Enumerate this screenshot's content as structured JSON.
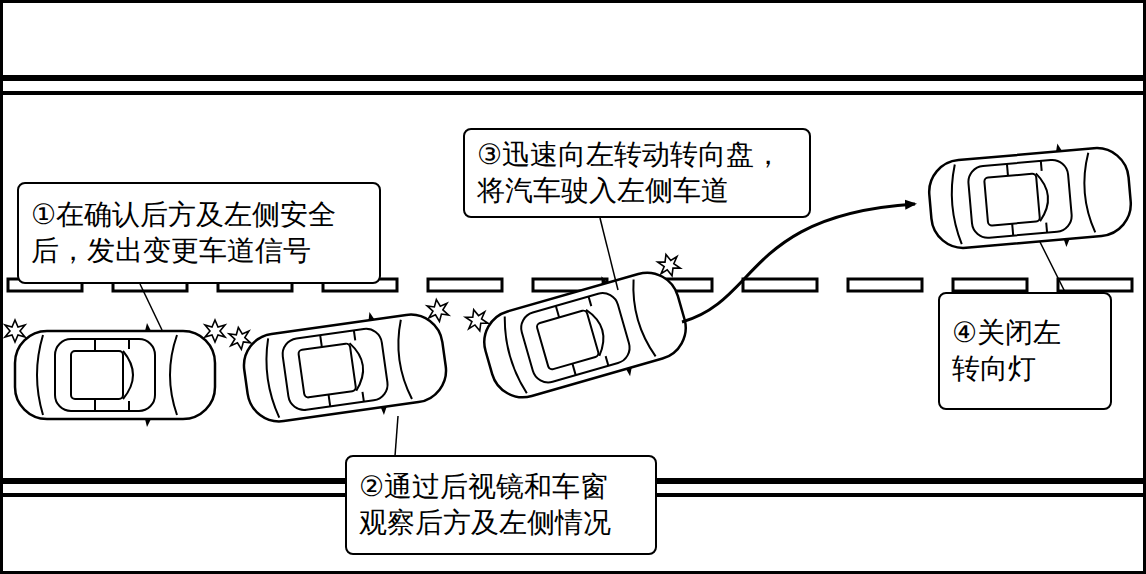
{
  "diagram": {
    "nodes": [
      {
        "text": [
          "①在确认后方及左侧安全 后，发出变更车道信号"
        ]
      },
      {
        "text": [
          "②通过后视镜和车窗 观察后方及左侧情况"
        ]
      },
      {
        "text": [
          "③迅速向左转动转向盘， 将汽车驶入左侧车道"
        ]
      },
      {
        "text": [
          "④关闭左 转向灯"
        ]
      }
    ]
  }
}
